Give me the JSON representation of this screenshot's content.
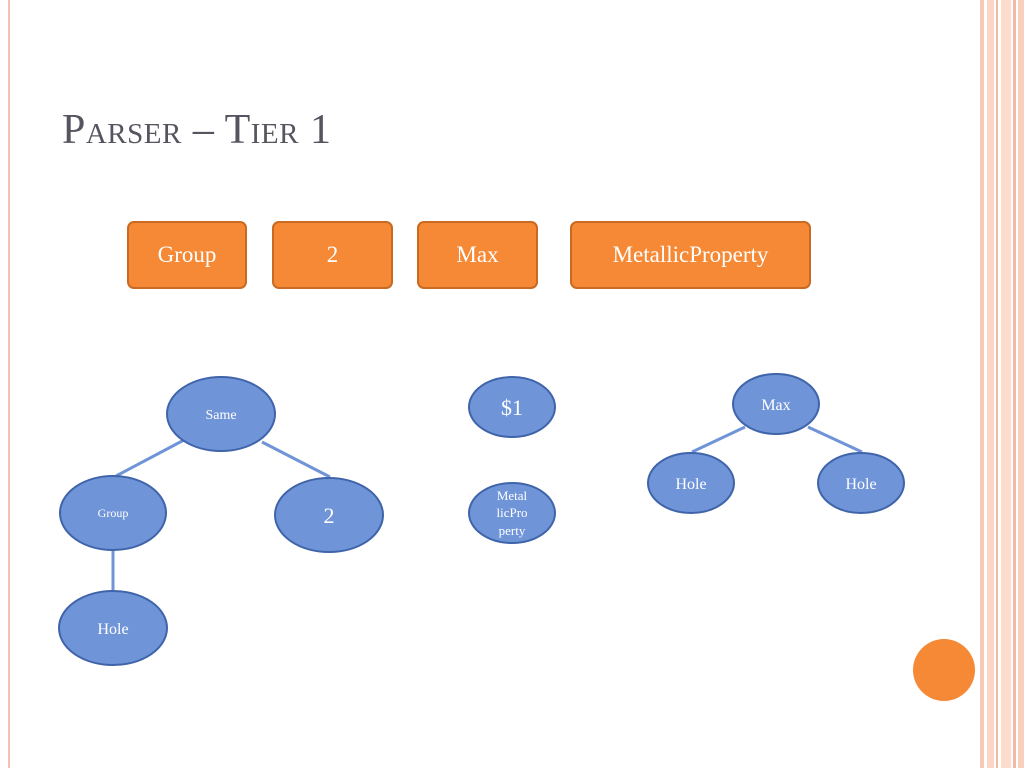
{
  "slide": {
    "title": "Parser – Tier 1"
  },
  "tokens": [
    {
      "label": "Group"
    },
    {
      "label": "2"
    },
    {
      "label": "Max"
    },
    {
      "label": "MetallicProperty"
    }
  ],
  "trees": {
    "same_tree": {
      "root": "Same",
      "left": "Group",
      "right": "2",
      "child": "Hole"
    },
    "middle": {
      "dollar": "$1",
      "metallic_lines": [
        "Metal",
        "licPro",
        "perty"
      ]
    },
    "max_tree": {
      "root": "Max",
      "left": "Hole",
      "right": "Hole"
    }
  },
  "colors": {
    "token_fill": "#f58935",
    "token_border": "#c96a22",
    "node_fill": "#6f94d8",
    "node_border": "#3f64aa",
    "edge": "#6f94d8",
    "accent_circle": "#f58935",
    "title": "#55555f"
  }
}
